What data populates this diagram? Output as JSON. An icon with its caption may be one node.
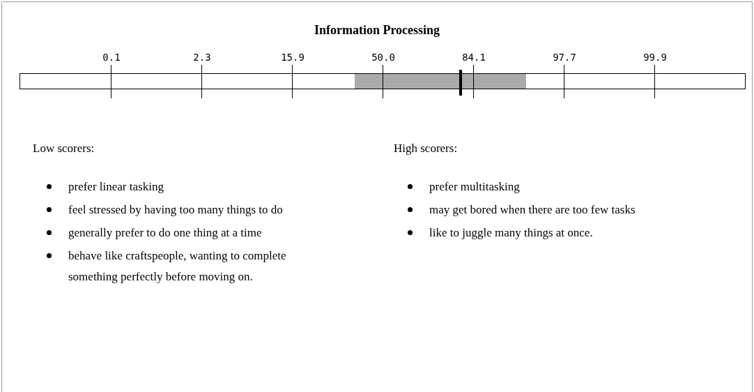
{
  "diagram": {
    "title": "Information Processing",
    "labels": [
      "0.1",
      "2.3",
      "15.9",
      "50.0",
      "84.1",
      "97.7",
      "99.9",
      "Low scorers:",
      "prefer linear tasking",
      "feel stressed by having too many things to do",
      "generally prefer to do one thing at a time",
      "behave like craftspeople, wanting to complete something perfectly before moving on.",
      "High scorers:",
      "prefer multitasking",
      "may get bored when there are  too few tasks",
      "like to juggle many things at once."
    ]
  }
}
